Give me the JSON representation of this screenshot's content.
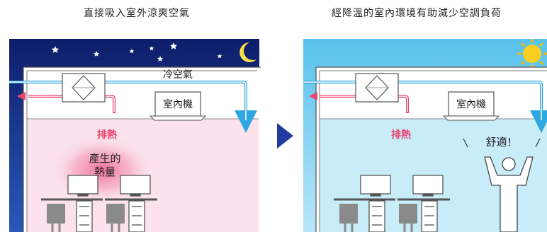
{
  "captions": {
    "left": "直接吸入室外涼爽空氣",
    "right": "經降溫的室內環境有助減少空調負荷"
  },
  "left_panel": {
    "cold_air_label": "冷空氣",
    "indoor_unit_label": "室內機",
    "exhaust_label": "排熱",
    "heat_label_line1": "產生的",
    "heat_label_line2": "熱量",
    "sky": "night",
    "sky_icons": [
      "moon-icon",
      "star-icon"
    ]
  },
  "right_panel": {
    "indoor_unit_label": "室內機",
    "exhaust_label": "排熱",
    "comfort_label": "舒適！",
    "sky": "day",
    "sky_icons": [
      "sun-icon"
    ]
  },
  "colors": {
    "night_top": "#0d1d6a",
    "night_bottom": "#2a58b8",
    "day_top": "#58c2ec",
    "day_bottom": "#b8e6f8",
    "warm_room": "#fbe2ec",
    "cool_room": "#c9ecf9",
    "exhaust": "#e8466f",
    "cold_air": "#2da7e0",
    "arrow": "#1f3c9e"
  }
}
